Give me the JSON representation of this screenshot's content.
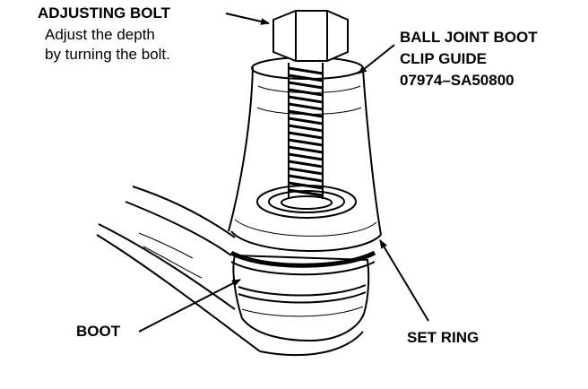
{
  "labels": {
    "adjusting_bolt": {
      "title": "ADJUSTING BOLT",
      "line1": "Adjust the depth",
      "line2": "by turning the bolt."
    },
    "clip_guide": {
      "line1": "BALL JOINT BOOT",
      "line2": "CLIP GUIDE",
      "part_number": "07974–SA50800"
    },
    "boot": "BOOT",
    "set_ring": "SET RING"
  },
  "colors": {
    "ink": "#000000",
    "paper": "#ffffff"
  }
}
